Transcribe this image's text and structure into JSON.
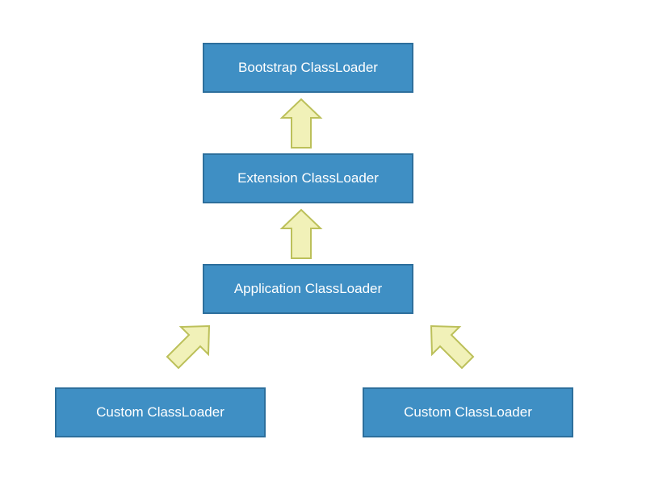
{
  "nodes": {
    "bootstrap": "Bootstrap ClassLoader",
    "extension": "Extension ClassLoader",
    "application": "Application ClassLoader",
    "custom_left": "Custom ClassLoader",
    "custom_right": "Custom ClassLoader"
  },
  "colors": {
    "node_fill": "#3f8fc4",
    "node_border": "#2d6f9c",
    "node_text": "#ffffff",
    "arrow_fill": "#f1f1b8",
    "arrow_stroke": "#bcc05a"
  },
  "edges": [
    {
      "from": "extension",
      "to": "bootstrap"
    },
    {
      "from": "application",
      "to": "extension"
    },
    {
      "from": "custom_left",
      "to": "application"
    },
    {
      "from": "custom_right",
      "to": "application"
    }
  ]
}
